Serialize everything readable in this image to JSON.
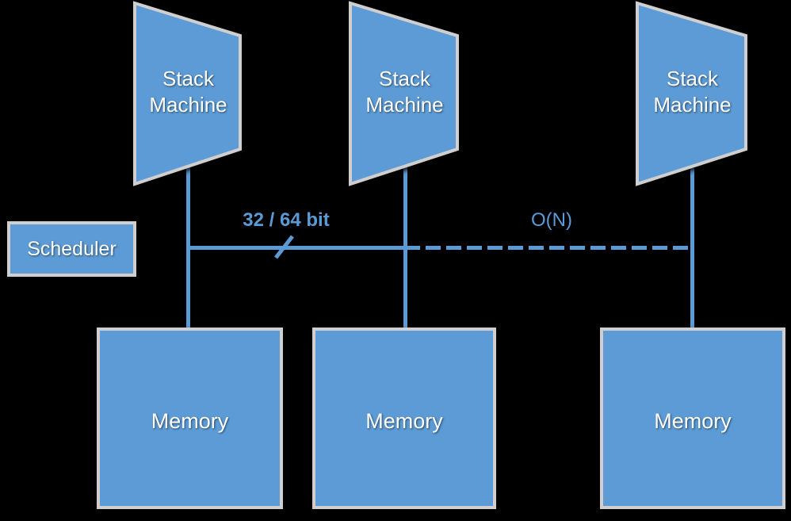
{
  "diagram": {
    "title": "Stack Machine / Memory interconnect diagram",
    "background_color": "#000000",
    "shape_fill": "#5B9BD5",
    "shape_border": "#D0CECE",
    "line_color": "#5B9BD5",
    "label_text_color": "#FFFFFF",
    "edge_label_color": "#3A7FC1"
  },
  "stack_machines": [
    {
      "id": "stack-machine-1",
      "label": "Stack\nMachine"
    },
    {
      "id": "stack-machine-2",
      "label": "Stack\nMachine"
    },
    {
      "id": "stack-machine-3",
      "label": "Stack\nMachine"
    }
  ],
  "memories": [
    {
      "id": "memory-1",
      "label": "Memory"
    },
    {
      "id": "memory-2",
      "label": "Memory"
    },
    {
      "id": "memory-3",
      "label": "Memory"
    }
  ],
  "scheduler": {
    "id": "scheduler",
    "label": "Scheduler"
  },
  "edge_labels": [
    {
      "id": "bus-width-label",
      "label": "32 / 64 bit",
      "bold": true
    },
    {
      "id": "complexity-label",
      "label": "O(N)",
      "bold": false
    }
  ]
}
